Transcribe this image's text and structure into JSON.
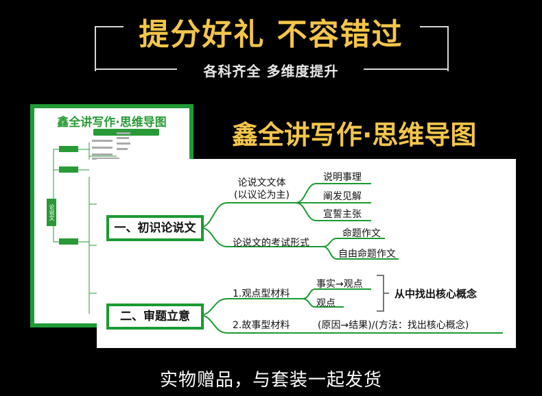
{
  "header": {
    "title": "提分好礼 不容错过",
    "subtitle": "各科齐全 多维度提升"
  },
  "poster": {
    "title": "鑫全讲写作·思维导图",
    "root_label": "论说文"
  },
  "product_heading": "鑫全讲写作·思维导图",
  "mindmap": {
    "section1": {
      "label": "一、初识论说文",
      "branch_a": "论说文文体\n(以议论为主)",
      "branch_a_items": [
        "说明事理",
        "阐发见解",
        "宣誓主张"
      ],
      "branch_b": "论说文的考试形式",
      "branch_b_items": [
        "命题作文",
        "自由命题作文"
      ]
    },
    "section2": {
      "label": "二、审题立意",
      "branch_a": "1.观点型材料",
      "branch_a_items": [
        "事实→观点",
        "观点"
      ],
      "branch_a_note": "从中找出核心概念",
      "branch_b": "2.故事型材料",
      "branch_b_note": "(原因→结果)/(方法：找出核心概念)"
    }
  },
  "footer": "实物赠品，与套装一起发货",
  "colors": {
    "accent_gold": "#f3c64a",
    "green": "#1b9a32",
    "background": "#000000"
  }
}
